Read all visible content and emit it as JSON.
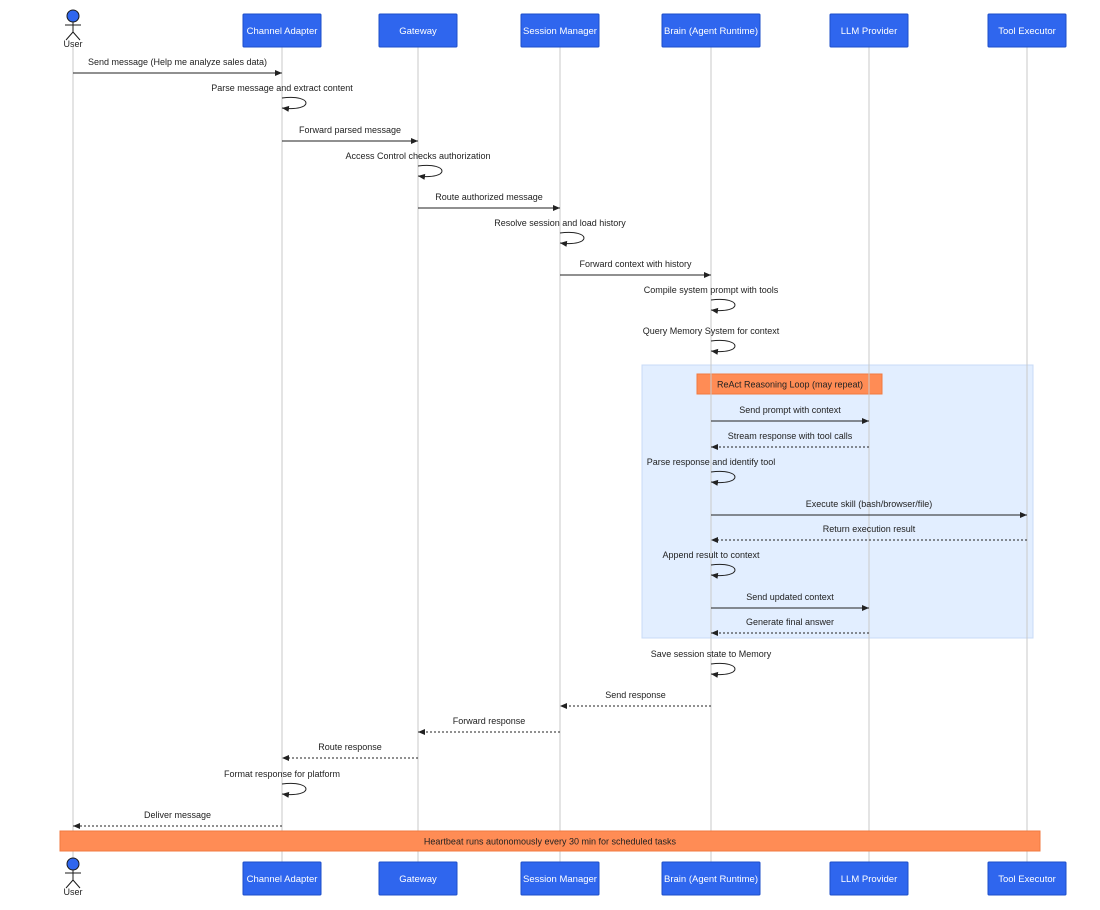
{
  "participants": [
    {
      "id": "user",
      "label": "User",
      "actor": true
    },
    {
      "id": "channel",
      "label": "Channel Adapter"
    },
    {
      "id": "gateway",
      "label": "Gateway"
    },
    {
      "id": "session",
      "label": "Session Manager"
    },
    {
      "id": "brain",
      "label": "Brain (Agent Runtime)"
    },
    {
      "id": "llm",
      "label": "LLM Provider"
    },
    {
      "id": "tool",
      "label": "Tool Executor"
    }
  ],
  "messages": [
    {
      "from": "user",
      "to": "channel",
      "text": "Send message (Help me analyze sales data)",
      "style": "solid"
    },
    {
      "from": "channel",
      "to": "channel",
      "text": "Parse message and extract content",
      "style": "self"
    },
    {
      "from": "channel",
      "to": "gateway",
      "text": "Forward parsed message",
      "style": "solid"
    },
    {
      "from": "gateway",
      "to": "gateway",
      "text": "Access Control checks authorization",
      "style": "self"
    },
    {
      "from": "gateway",
      "to": "session",
      "text": "Route authorized message",
      "style": "solid"
    },
    {
      "from": "session",
      "to": "session",
      "text": "Resolve session and load history",
      "style": "self"
    },
    {
      "from": "session",
      "to": "brain",
      "text": "Forward context with history",
      "style": "solid"
    },
    {
      "from": "brain",
      "to": "brain",
      "text": "Compile system prompt with tools",
      "style": "self"
    },
    {
      "from": "brain",
      "to": "brain",
      "text": "Query Memory System for context",
      "style": "self"
    },
    {
      "from": "brain",
      "to": "llm",
      "text": "Send prompt with context",
      "style": "solid"
    },
    {
      "from": "llm",
      "to": "brain",
      "text": "Stream response with tool calls",
      "style": "dashed"
    },
    {
      "from": "brain",
      "to": "brain",
      "text": "Parse response and identify tool",
      "style": "self"
    },
    {
      "from": "brain",
      "to": "tool",
      "text": "Execute skill (bash/browser/file)",
      "style": "solid"
    },
    {
      "from": "tool",
      "to": "brain",
      "text": "Return execution result",
      "style": "dashed"
    },
    {
      "from": "brain",
      "to": "brain",
      "text": "Append result to context",
      "style": "self"
    },
    {
      "from": "brain",
      "to": "llm",
      "text": "Send updated context",
      "style": "solid"
    },
    {
      "from": "llm",
      "to": "brain",
      "text": "Generate final answer",
      "style": "dashed"
    },
    {
      "from": "brain",
      "to": "brain",
      "text": "Save session state to Memory",
      "style": "self"
    },
    {
      "from": "brain",
      "to": "session",
      "text": "Send response",
      "style": "dashed"
    },
    {
      "from": "session",
      "to": "gateway",
      "text": "Forward response",
      "style": "dashed"
    },
    {
      "from": "gateway",
      "to": "channel",
      "text": "Route response",
      "style": "dashed"
    },
    {
      "from": "channel",
      "to": "channel",
      "text": "Format response for platform",
      "style": "self"
    },
    {
      "from": "channel",
      "to": "user",
      "text": "Deliver message",
      "style": "dashed"
    }
  ],
  "loop": {
    "label": "ReAct Reasoning Loop (may repeat)",
    "from_message": 9,
    "to_message": 16
  },
  "note": {
    "text": "Heartbeat runs autonomously every 30 min for scheduled tasks"
  },
  "colors": {
    "participant_fill": "#2f66ee",
    "loop_background": "#e2eeff",
    "note_fill": "#ff8c55",
    "lifeline": "#c9c9c9"
  }
}
